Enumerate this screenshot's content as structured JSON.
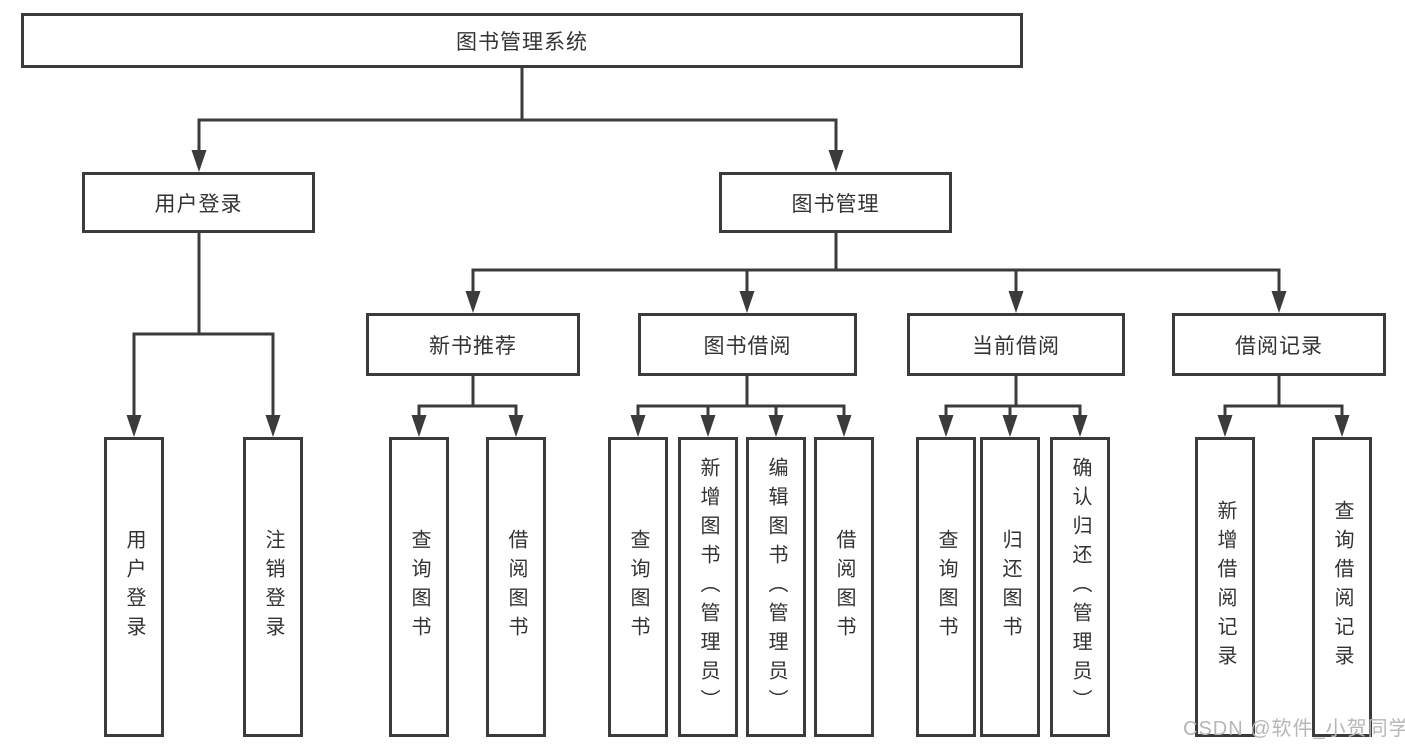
{
  "title": "图书管理系统",
  "theme": {
    "line_color": "#3b3b3b",
    "border_color": "#3b3b3b",
    "text_color": "#333333",
    "background": "#ffffff",
    "watermark_color": "#b6b6ba"
  },
  "watermark": "CSDN @软件_小贺同学",
  "nodes": {
    "root": "图书管理系统",
    "user_login": "用户登录",
    "book_mgmt": "图书管理",
    "new_book_rec": "新书推荐",
    "book_borrow": "图书借阅",
    "current_borrow": "当前借阅",
    "borrow_records": "借阅记录",
    "leaves": [
      "用户登录",
      "注销登录",
      "查询图书",
      "借阅图书",
      "查询图书",
      "新增图书（管理员）",
      "编辑图书（管理员）",
      "借阅图书",
      "查询图书",
      "归还图书",
      "确认归还（管理员）",
      "新增借阅记录",
      "查询借阅记录"
    ]
  },
  "hierarchy": {
    "图书管理系统": {
      "用户登录": [
        "用户登录",
        "注销登录"
      ],
      "图书管理": {
        "新书推荐": [
          "查询图书",
          "借阅图书"
        ],
        "图书借阅": [
          "查询图书",
          "新增图书（管理员）",
          "编辑图书（管理员）",
          "借阅图书"
        ],
        "当前借阅": [
          "查询图书",
          "归还图书",
          "确认归还（管理员）"
        ],
        "借阅记录": [
          "新增借阅记录",
          "查询借阅记录"
        ]
      }
    }
  }
}
